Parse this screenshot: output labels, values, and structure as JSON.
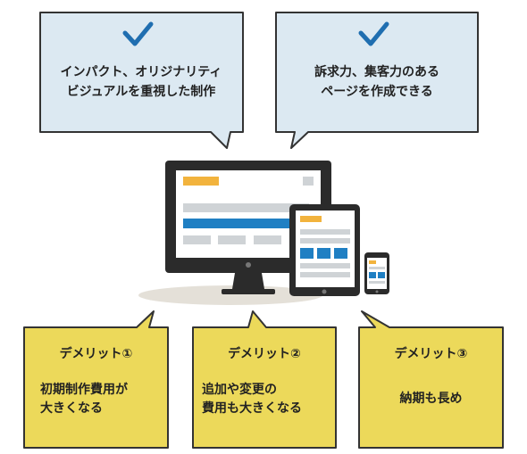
{
  "merits": [
    {
      "icon": "check-icon",
      "lines": [
        "インパクト、オリジナリティ",
        "ビジュアルを重視した制作"
      ]
    },
    {
      "icon": "check-icon",
      "lines": [
        "訴求力、集客力のある",
        "ページを作成できる"
      ]
    }
  ],
  "demerits": [
    {
      "title": "デメリット①",
      "lines": [
        "初期制作費用が",
        "大きくなる"
      ]
    },
    {
      "title": "デメリット②",
      "lines": [
        "追加や変更の",
        "費用も大きくなる"
      ]
    },
    {
      "title": "デメリット③",
      "lines": [
        "納期も長め"
      ]
    }
  ],
  "colors": {
    "merit_fill": "#dce9f2",
    "demerit_fill": "#ecd95a",
    "border": "#333333",
    "check": "#1f6eb0",
    "device_body": "#2b2b2b",
    "accent_yellow": "#f2b33d",
    "accent_blue": "#1f7fc3",
    "placeholder_gray": "#cfd3d6",
    "shadow": "#e4e0d8"
  },
  "device_icons": [
    "desktop-monitor-icon",
    "tablet-icon",
    "smartphone-icon"
  ]
}
